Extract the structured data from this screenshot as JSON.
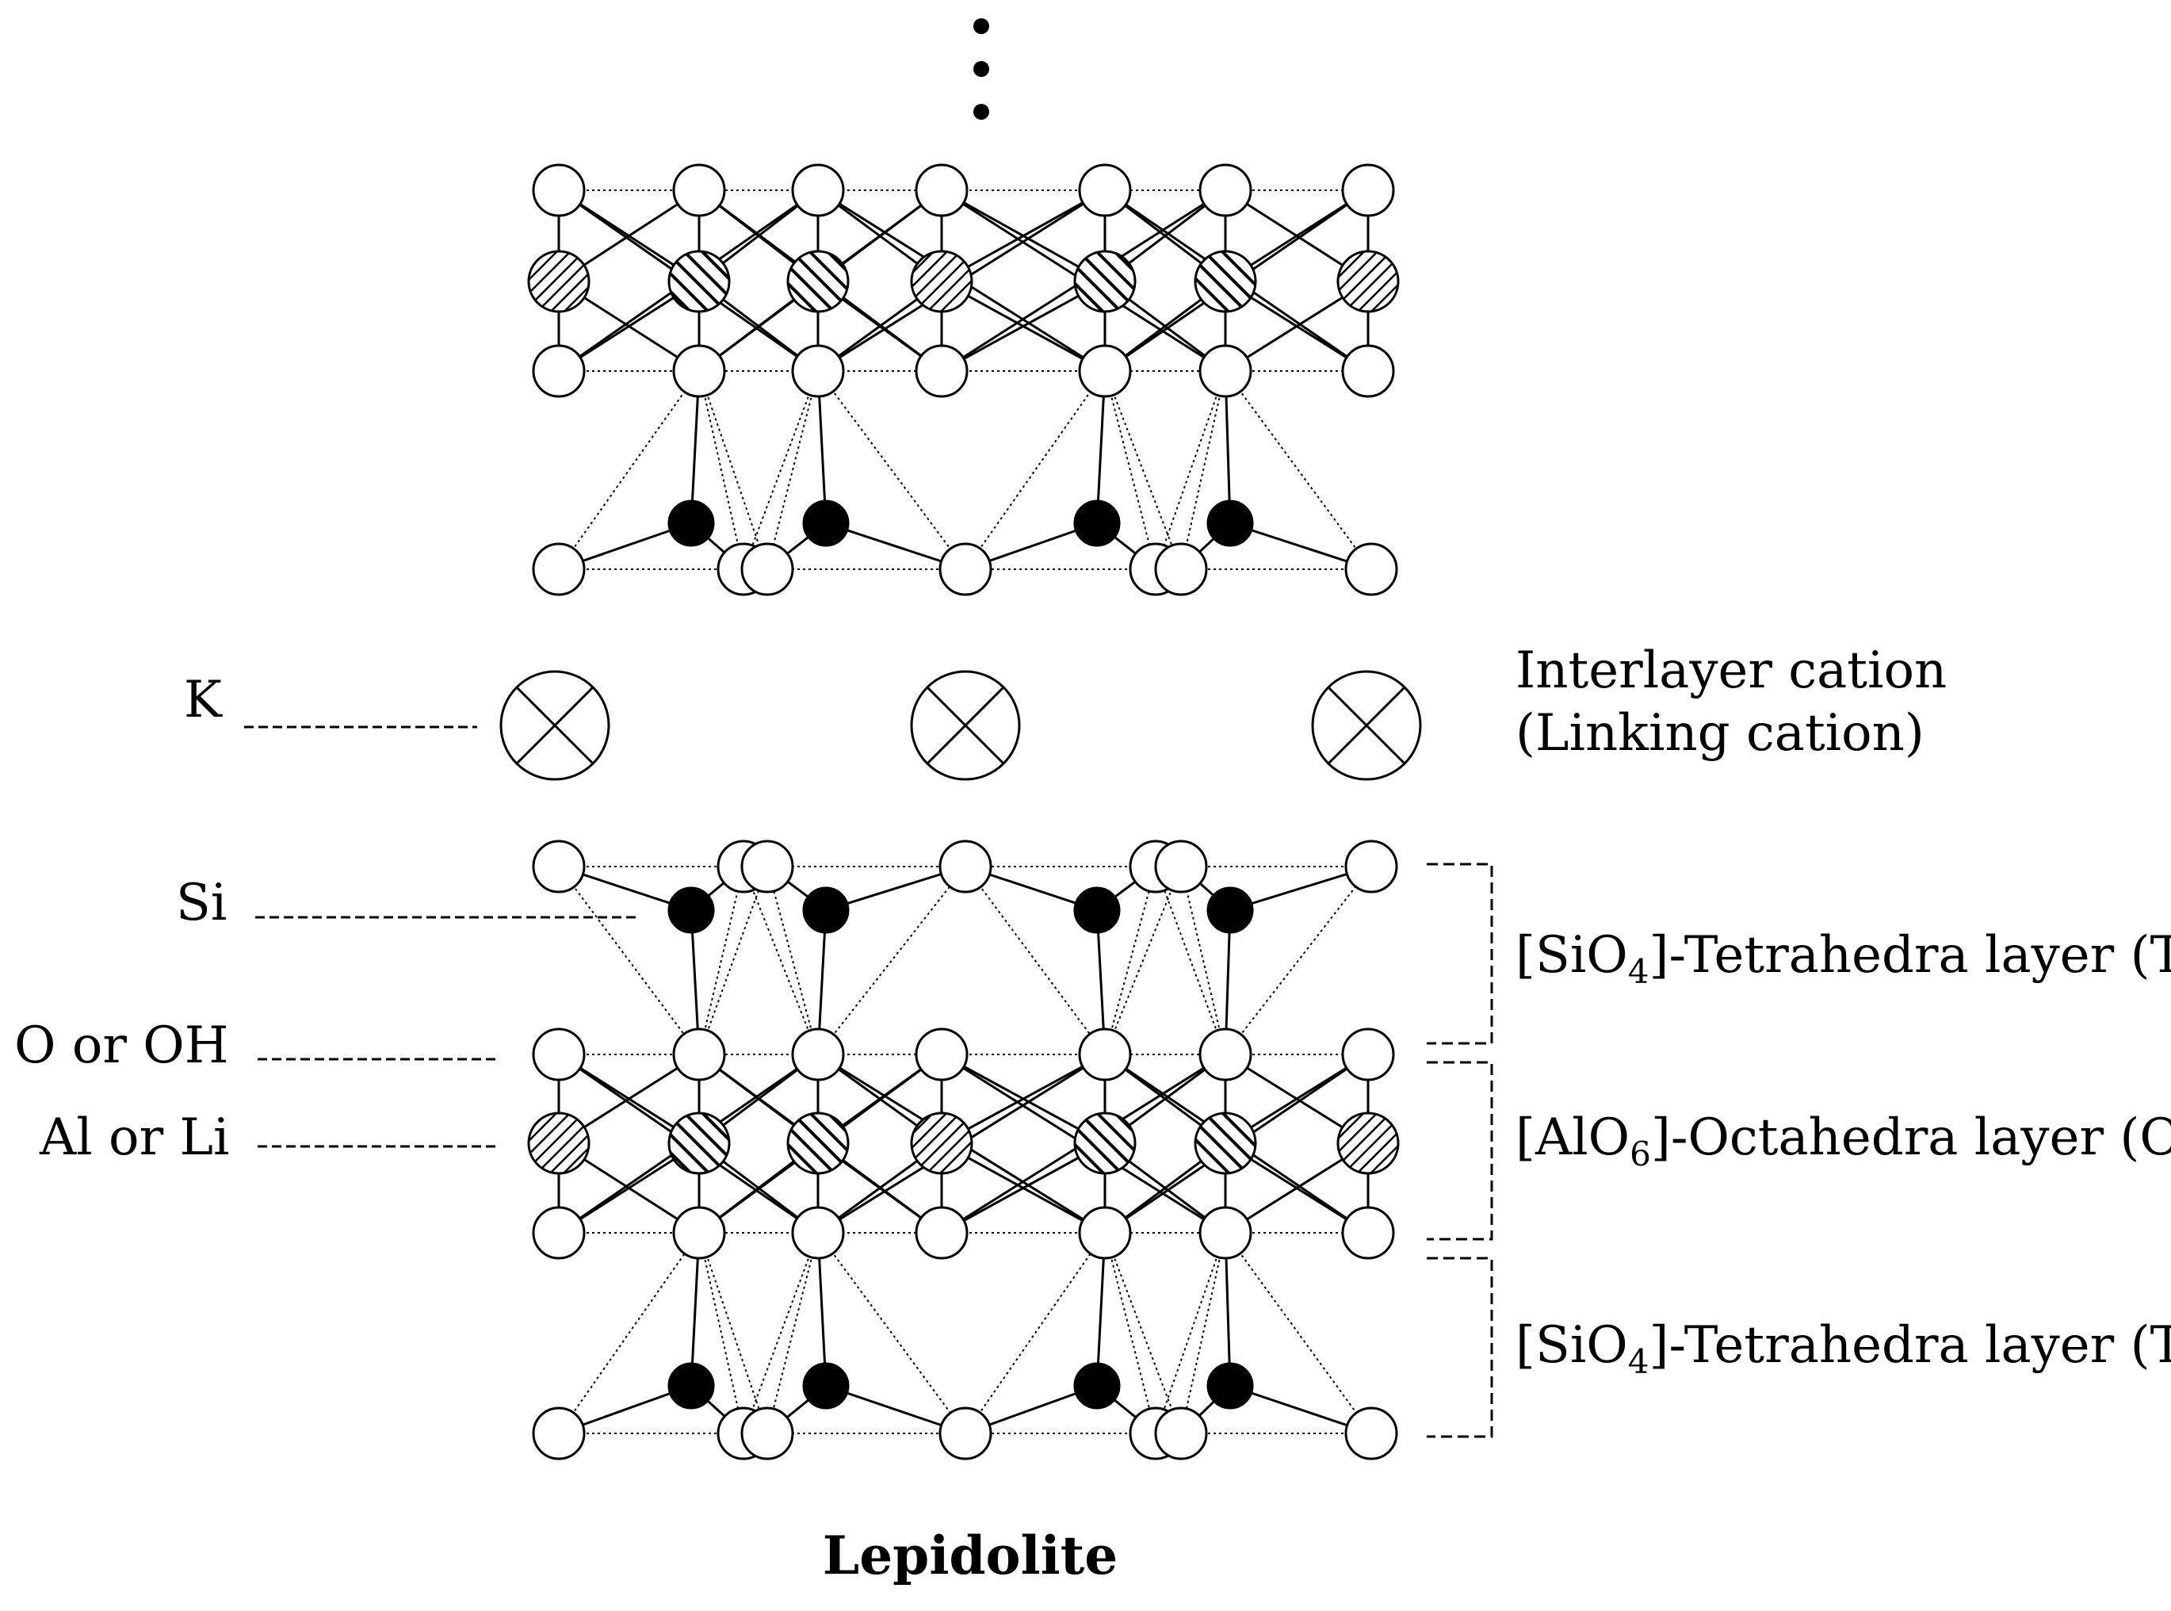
{
  "labels": {
    "k": "K",
    "si": "Si",
    "o_oh": "O or OH",
    "al_li": "Al or Li"
  },
  "interlayer": {
    "line1": "Interlayer cation",
    "line2": "(Linking cation)"
  },
  "layers": {
    "tetra_top": {
      "pre": "[SiO",
      "sub": "4",
      "post": "]-Tetrahedra layer (T)"
    },
    "octa": {
      "pre": "[AlO",
      "sub": "6",
      "post": "]-Octahedra layer (O)"
    },
    "tetra_bottom": {
      "pre": "[SiO",
      "sub": "4",
      "post": "]-Tetrahedra layer (T)"
    }
  },
  "title": "Lepidolite",
  "colors": {
    "stroke": "#000000",
    "atom_fill": "#ffffff",
    "si_fill": "#000000"
  }
}
